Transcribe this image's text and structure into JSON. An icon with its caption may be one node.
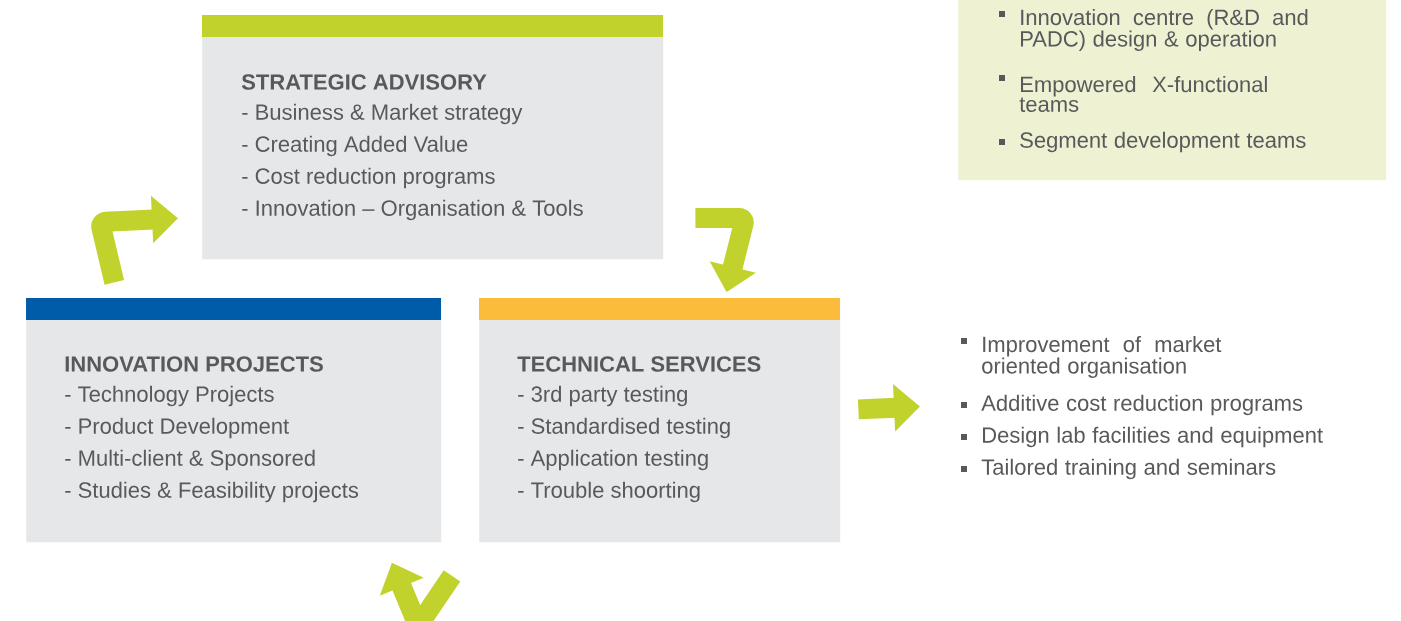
{
  "diagram": {
    "nodes": [
      {
        "text": [
          "STRATEGIC ADVISORY",
          "- Business & Market strategy",
          "- Creating Added Value",
          "- Cost reduction programs",
          "- Innovation – Organisation & Tools"
        ]
      },
      {
        "text": [
          "Innovation centre (R&D and PADC) design & operation",
          "Empowered X-functional teams",
          "Segment development teams"
        ]
      },
      {
        "text": [
          "INNOVATION PROJECTS",
          "- Technology Projects",
          "- Product Development",
          "- Multi-client & Sponsored",
          "- Studies & Feasibility projects"
        ]
      },
      {
        "text": [
          "TECHNICAL SERVICES",
          "- 3rd party testing",
          "- Standardised testing",
          "- Application testing",
          "- Trouble shoorting"
        ]
      },
      {
        "text": [
          "Improvement of market oriented organisation",
          "Additive cost reduction programs",
          "Design lab facilities and equipment",
          "Tailored training and seminars"
        ]
      }
    ],
    "edges": [
      {
        "from": 2,
        "to": 0,
        "arrow": "to"
      },
      {
        "from": 0,
        "to": 3,
        "arrow": "to"
      },
      {
        "from": 3,
        "to": 4,
        "arrow": "to"
      },
      {
        "from": null,
        "to": 2,
        "arrow": "to"
      }
    ]
  }
}
